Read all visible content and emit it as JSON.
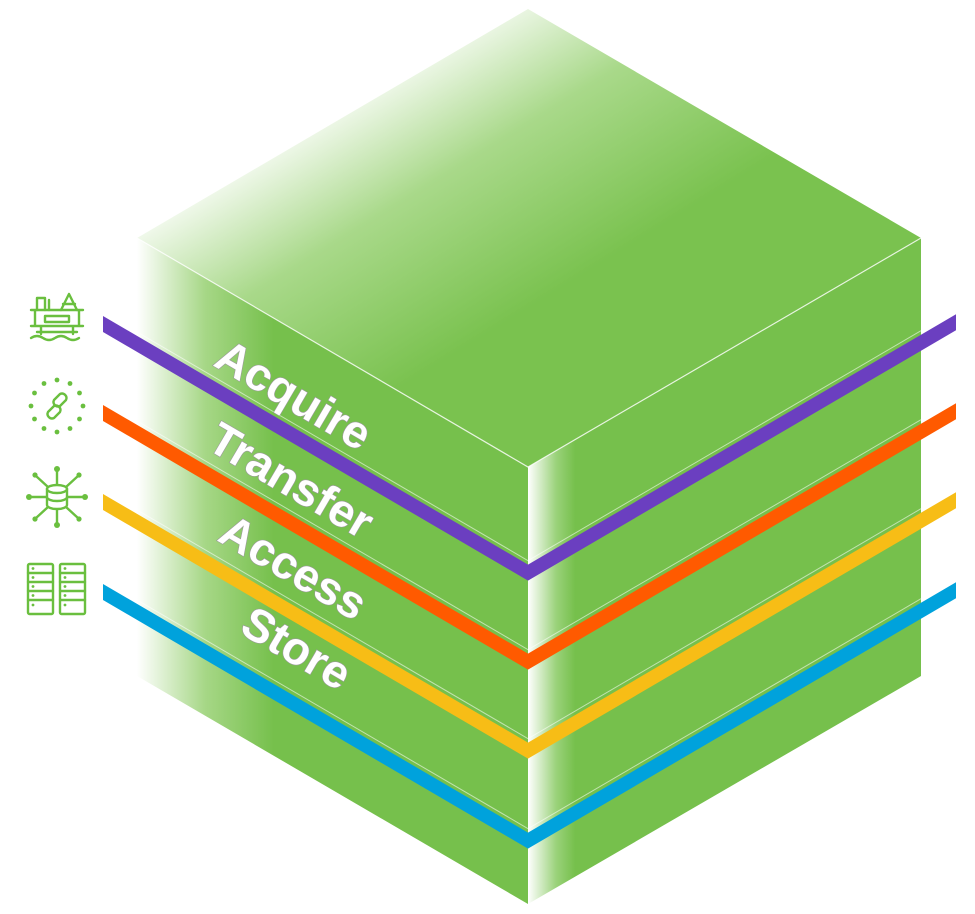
{
  "layers": [
    {
      "label": "Acquire",
      "icon": "offshore-rig-icon",
      "band_color": "#6b3fc0"
    },
    {
      "label": "Transfer",
      "icon": "link-transfer-icon",
      "band_color": "#ff5a00"
    },
    {
      "label": "Access",
      "icon": "database-network-icon",
      "band_color": "#f7bd16"
    },
    {
      "label": "Store",
      "icon": "server-racks-icon",
      "band_color": "#00a2dc"
    }
  ],
  "colors": {
    "cube_face": "#76c04c",
    "cube_top": "#7ac24f",
    "highlight": "#ffffff",
    "icon": "#6abf3f"
  }
}
